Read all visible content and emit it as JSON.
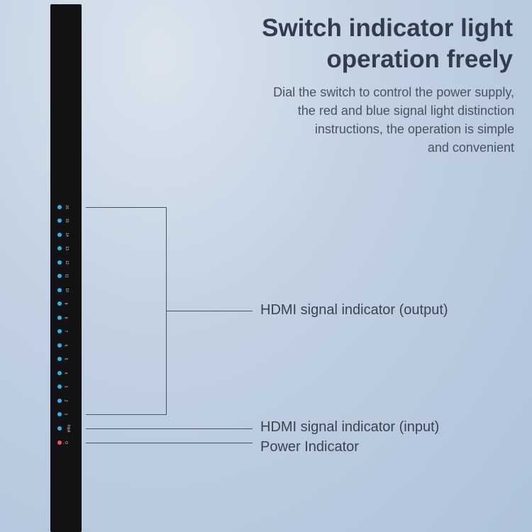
{
  "title": [
    "Switch indicator light",
    "operation freely"
  ],
  "description": [
    "Dial the switch to control the power supply,",
    "the red and blue signal light distinction",
    "instructions, the operation is simple",
    "and convenient"
  ],
  "device": {
    "output_leds": [
      "16",
      "15",
      "14",
      "13",
      "12",
      "11",
      "10",
      "9",
      "8",
      "7",
      "6",
      "5",
      "4",
      "3",
      "2",
      "1"
    ],
    "input_led": "Input",
    "power_led": "O",
    "led_color": "#27b7e6",
    "power_color": "#f0505f"
  },
  "callouts": {
    "output": "HDMI signal indicator (output)",
    "input": "HDMI signal indicator (input)",
    "power": "Power Indicator"
  }
}
